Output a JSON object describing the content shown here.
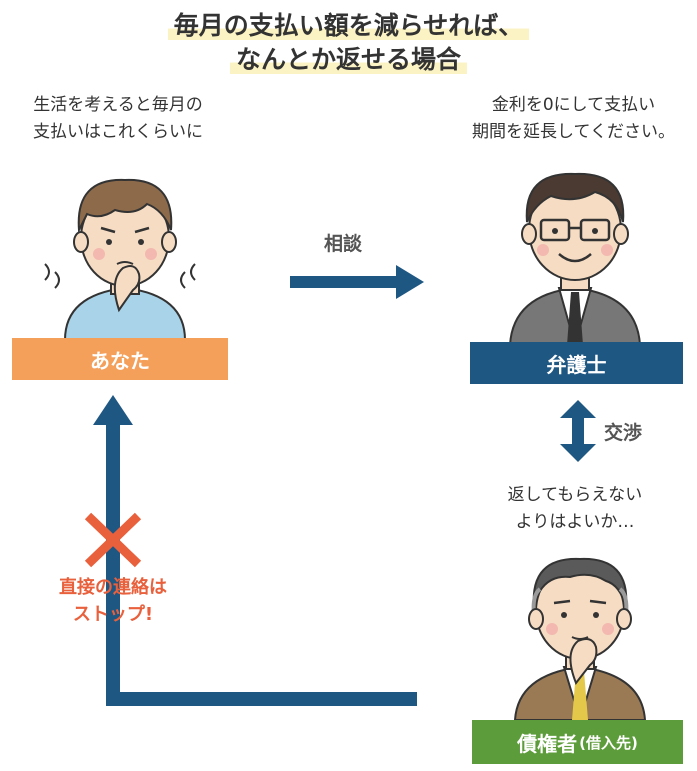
{
  "title": {
    "line1": "毎月の支払い額を減らせれば、",
    "line2": "なんとか返せる場合"
  },
  "you": {
    "speech_line1": "生活を考えると毎月の",
    "speech_line2": "支払いはこれくらいに",
    "label": "あなた",
    "label_color": "#f5a05a"
  },
  "lawyer": {
    "speech_line1": "金利を0にして支払い",
    "speech_line2": "期間を延長してください。",
    "label": "弁護士",
    "label_color": "#1f5783"
  },
  "creditor": {
    "speech_line1": "返してもらえない",
    "speech_line2": "よりはよいか…",
    "label_main": "債権者",
    "label_sub": "(借入先)",
    "label_color": "#5d9c3a"
  },
  "arrows": {
    "consult_label": "相談",
    "negotiate_label": "交渉",
    "arrow_color": "#1f5783"
  },
  "stop": {
    "line1": "直接の連絡は",
    "line2": "ストップ!",
    "color": "#e8603c"
  }
}
